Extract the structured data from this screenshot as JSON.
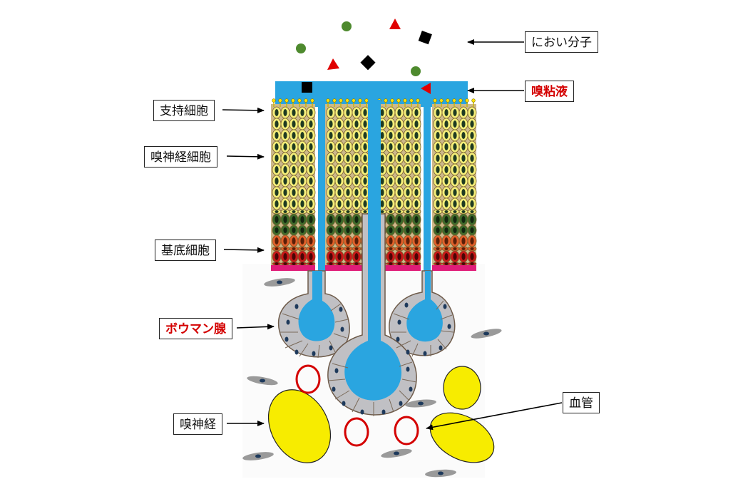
{
  "labels": {
    "odor_molecules": "におい分子",
    "olfactory_mucus": "嗅粘液",
    "supporting_cell": "支持細胞",
    "olfactory_neuron": "嗅神経細胞",
    "basal_cell": "基底細胞",
    "bowman_gland": "ボウマン腺",
    "olfactory_nerve": "嗅神経",
    "blood_vessel": "血管"
  },
  "colors": {
    "mucus": "#2aa5e0",
    "supporting_cell": "#f5ee7a",
    "neuron_layer": "#3f6b2b",
    "basal_upper": "#e0602a",
    "basal_lower": "#c81818",
    "basement": "#e01c78",
    "gland": "#c0c0c4",
    "nerve": "#f7ec00",
    "vessel": "#d40000",
    "molecule_circle": "#4e8a2e",
    "molecule_triangle": "#e00000",
    "molecule_square": "#000000",
    "red_label": "#d40000"
  }
}
